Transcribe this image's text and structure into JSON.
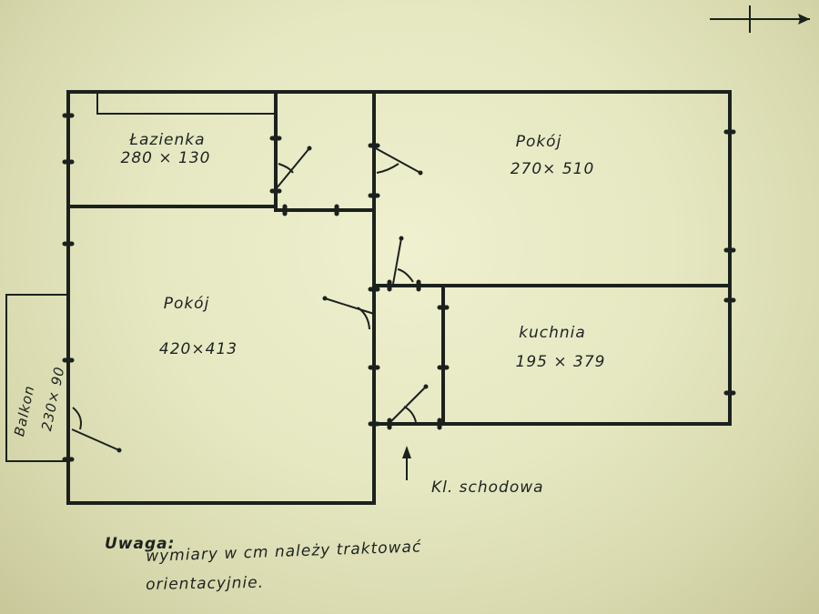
{
  "rooms": {
    "lazienka": {
      "name": "Łazienka",
      "dims": "280 × 130"
    },
    "pokoj_upper": {
      "name": "Pokój",
      "dims": "270× 510"
    },
    "pokoj_main": {
      "name": "Pokój",
      "dims": "420×413"
    },
    "kuchnia": {
      "name": "kuchnia",
      "dims": "195 × 379"
    },
    "balkon": {
      "name": "Balkon",
      "dims": "230× 90"
    }
  },
  "stairs_label": "Kl. schodowa",
  "note": {
    "title": "Uwaga:",
    "line1": "wymiary w cm należy traktować",
    "line2": "orientacyjnie."
  },
  "colors": {
    "paper": "#e6e8c2",
    "ink": "#1b211d"
  }
}
